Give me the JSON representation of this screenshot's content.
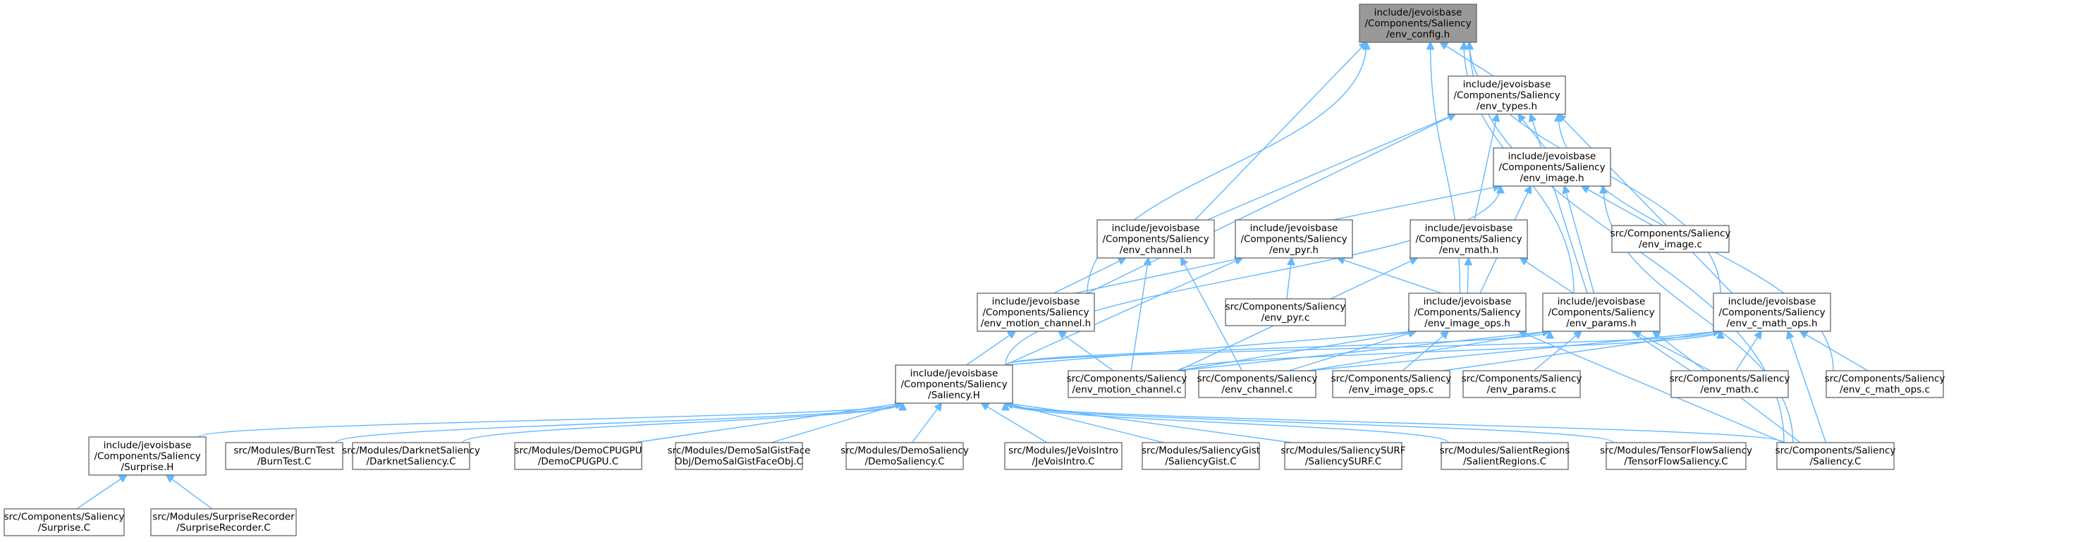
{
  "diagram": {
    "focus": "env_config",
    "nodes": [
      {
        "id": "env_config",
        "lines": [
          "include/jevoisbase",
          "/Components/Saliency",
          "/env_config.h"
        ]
      },
      {
        "id": "env_types",
        "lines": [
          "include/jevoisbase",
          "/Components/Saliency",
          "/env_types.h"
        ]
      },
      {
        "id": "env_image",
        "lines": [
          "include/jevoisbase",
          "/Components/Saliency",
          "/env_image.h"
        ]
      },
      {
        "id": "env_channel",
        "lines": [
          "include/jevoisbase",
          "/Components/Saliency",
          "/env_channel.h"
        ]
      },
      {
        "id": "env_pyr",
        "lines": [
          "include/jevoisbase",
          "/Components/Saliency",
          "/env_pyr.h"
        ]
      },
      {
        "id": "env_math",
        "lines": [
          "include/jevoisbase",
          "/Components/Saliency",
          "/env_math.h"
        ]
      },
      {
        "id": "env_image_c",
        "lines": [
          "src/Components/Saliency",
          "/env_image.c"
        ]
      },
      {
        "id": "env_motion_channel",
        "lines": [
          "include/jevoisbase",
          "/Components/Saliency",
          "/env_motion_channel.h"
        ]
      },
      {
        "id": "env_pyr_c",
        "lines": [
          "src/Components/Saliency",
          "/env_pyr.c"
        ]
      },
      {
        "id": "env_image_ops",
        "lines": [
          "include/jevoisbase",
          "/Components/Saliency",
          "/env_image_ops.h"
        ]
      },
      {
        "id": "env_params",
        "lines": [
          "include/jevoisbase",
          "/Components/Saliency",
          "/env_params.h"
        ]
      },
      {
        "id": "env_c_math_ops",
        "lines": [
          "include/jevoisbase",
          "/Components/Saliency",
          "/env_c_math_ops.h"
        ]
      },
      {
        "id": "saliency_h",
        "lines": [
          "include/jevoisbase",
          "/Components/Saliency",
          "/Saliency.H"
        ]
      },
      {
        "id": "env_motion_channel_c",
        "lines": [
          "src/Components/Saliency",
          "/env_motion_channel.c"
        ]
      },
      {
        "id": "env_channel_c",
        "lines": [
          "src/Components/Saliency",
          "/env_channel.c"
        ]
      },
      {
        "id": "env_image_ops_c",
        "lines": [
          "src/Components/Saliency",
          "/env_image_ops.c"
        ]
      },
      {
        "id": "env_params_c",
        "lines": [
          "src/Components/Saliency",
          "/env_params.c"
        ]
      },
      {
        "id": "env_math_c",
        "lines": [
          "src/Components/Saliency",
          "/env_math.c"
        ]
      },
      {
        "id": "env_c_math_ops_c",
        "lines": [
          "src/Components/Saliency",
          "/env_c_math_ops.c"
        ]
      },
      {
        "id": "surprise_h",
        "lines": [
          "include/jevoisbase",
          "/Components/Saliency",
          "/Surprise.H"
        ]
      },
      {
        "id": "burntest",
        "lines": [
          "src/Modules/BurnTest",
          "/BurnTest.C"
        ]
      },
      {
        "id": "darknet",
        "lines": [
          "src/Modules/DarknetSaliency",
          "/DarknetSaliency.C"
        ]
      },
      {
        "id": "democpugpu",
        "lines": [
          "src/Modules/DemoCPUGPU",
          "/DemoCPUGPU.C"
        ]
      },
      {
        "id": "demosalgist",
        "lines": [
          "src/Modules/DemoSalGistFace",
          "Obj/DemoSalGistFaceObj.C"
        ]
      },
      {
        "id": "demosaliency",
        "lines": [
          "src/Modules/DemoSaliency",
          "/DemoSaliency.C"
        ]
      },
      {
        "id": "jevoisintro",
        "lines": [
          "src/Modules/JeVoisIntro",
          "/JeVoisIntro.C"
        ]
      },
      {
        "id": "saliencygist",
        "lines": [
          "src/Modules/SaliencyGist",
          "/SaliencyGist.C"
        ]
      },
      {
        "id": "saliencysurf",
        "lines": [
          "src/Modules/SaliencySURF",
          "/SaliencySURF.C"
        ]
      },
      {
        "id": "salientregions",
        "lines": [
          "src/Modules/SalientRegions",
          "/SalientRegions.C"
        ]
      },
      {
        "id": "tensorflow",
        "lines": [
          "src/Modules/TensorFlowSaliency",
          "/TensorFlowSaliency.C"
        ]
      },
      {
        "id": "saliency_c",
        "lines": [
          "src/Components/Saliency",
          "/Saliency.C"
        ]
      },
      {
        "id": "surprise_c",
        "lines": [
          "src/Components/Saliency",
          "/Surprise.C"
        ]
      },
      {
        "id": "surpriserecorder",
        "lines": [
          "src/Modules/SurpriseRecorder",
          "/SurpriseRecorder.C"
        ]
      }
    ],
    "edges": [
      [
        "env_types",
        "env_config"
      ],
      [
        "env_channel",
        "env_config"
      ],
      [
        "env_motion_channel",
        "env_config"
      ],
      [
        "env_image_ops",
        "env_config"
      ],
      [
        "env_params",
        "env_config"
      ],
      [
        "env_c_math_ops",
        "env_config"
      ],
      [
        "saliency_c",
        "env_config"
      ],
      [
        "env_image",
        "env_types"
      ],
      [
        "env_math",
        "env_types"
      ],
      [
        "env_channel",
        "env_types"
      ],
      [
        "env_motion_channel",
        "env_types"
      ],
      [
        "env_params",
        "env_types"
      ],
      [
        "env_c_math_ops",
        "env_types"
      ],
      [
        "env_c_math_ops_c",
        "env_types"
      ],
      [
        "env_image_c",
        "env_image"
      ],
      [
        "env_pyr",
        "env_image"
      ],
      [
        "env_image_ops",
        "env_image"
      ],
      [
        "env_params",
        "env_image"
      ],
      [
        "saliency_h",
        "env_image"
      ],
      [
        "saliency_c",
        "env_image"
      ],
      [
        "env_image_ops",
        "env_math"
      ],
      [
        "env_math_c",
        "env_math"
      ],
      [
        "env_motion_channel_c",
        "env_math"
      ],
      [
        "env_motion_channel",
        "env_channel"
      ],
      [
        "env_motion_channel_c",
        "env_channel"
      ],
      [
        "env_channel_c",
        "env_channel"
      ],
      [
        "env_pyr_c",
        "env_pyr"
      ],
      [
        "env_motion_channel",
        "env_pyr"
      ],
      [
        "env_image_ops",
        "env_pyr"
      ],
      [
        "saliency_h",
        "env_pyr"
      ],
      [
        "saliency_h",
        "env_motion_channel"
      ],
      [
        "env_motion_channel_c",
        "env_motion_channel"
      ],
      [
        "saliency_h",
        "env_image_ops"
      ],
      [
        "env_motion_channel_c",
        "env_image_ops"
      ],
      [
        "env_channel_c",
        "env_image_ops"
      ],
      [
        "env_image_ops_c",
        "env_image_ops"
      ],
      [
        "saliency_c",
        "env_image_ops"
      ],
      [
        "saliency_h",
        "env_params"
      ],
      [
        "env_motion_channel_c",
        "env_params"
      ],
      [
        "env_channel_c",
        "env_params"
      ],
      [
        "env_params_c",
        "env_params"
      ],
      [
        "env_math_c",
        "env_params"
      ],
      [
        "saliency_c",
        "env_params"
      ],
      [
        "saliency_h",
        "env_c_math_ops"
      ],
      [
        "env_motion_channel_c",
        "env_c_math_ops"
      ],
      [
        "env_channel_c",
        "env_c_math_ops"
      ],
      [
        "env_image_ops_c",
        "env_c_math_ops"
      ],
      [
        "env_math_c",
        "env_c_math_ops"
      ],
      [
        "env_c_math_ops_c",
        "env_c_math_ops"
      ],
      [
        "saliency_c",
        "env_c_math_ops"
      ],
      [
        "surprise_h",
        "saliency_h"
      ],
      [
        "burntest",
        "saliency_h"
      ],
      [
        "darknet",
        "saliency_h"
      ],
      [
        "democpugpu",
        "saliency_h"
      ],
      [
        "demosalgist",
        "saliency_h"
      ],
      [
        "demosaliency",
        "saliency_h"
      ],
      [
        "jevoisintro",
        "saliency_h"
      ],
      [
        "saliencygist",
        "saliency_h"
      ],
      [
        "saliencysurf",
        "saliency_h"
      ],
      [
        "salientregions",
        "saliency_h"
      ],
      [
        "tensorflow",
        "saliency_h"
      ],
      [
        "saliency_c",
        "saliency_h"
      ],
      [
        "surprise_c",
        "surprise_h"
      ],
      [
        "surpriserecorder",
        "surprise_h"
      ]
    ]
  }
}
